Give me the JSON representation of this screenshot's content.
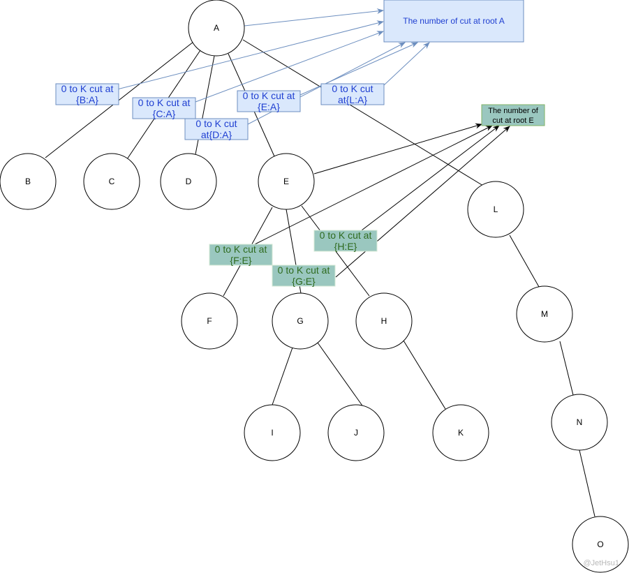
{
  "colors": {
    "blue_box_fill": "#dae8fc",
    "blue_box_stroke": "#6c8ebf",
    "blue_text": "#1f3fd1",
    "green_box_fill": "#9ac7bf",
    "green_box_stroke": "#82b366",
    "green_text": "#2f6b1f",
    "edge": "#000000",
    "blue_arrow": "#6c8ebf"
  },
  "nodes": {
    "A": "A",
    "B": "B",
    "C": "C",
    "D": "D",
    "E": "E",
    "F": "F",
    "G": "G",
    "H": "H",
    "I": "I",
    "J": "J",
    "K": "K",
    "L": "L",
    "M": "M",
    "N": "N",
    "O": "O"
  },
  "root_a_box": {
    "text": "The number of cut at root A"
  },
  "root_e_box": {
    "line1": "The number of",
    "line2": "cut at root E"
  },
  "cut_labels": {
    "BA": {
      "line1": "0 to K cut at",
      "line2": "{B:A}"
    },
    "CA": {
      "line1": "0 to K cut at",
      "line2": "{C:A}"
    },
    "DA": {
      "line1": "0 to K cut",
      "line2": "at{D:A}"
    },
    "EA": {
      "line1": "0 to K cut at",
      "line2": "{E:A}"
    },
    "LA": {
      "line1": "0 to K cut",
      "line2": "at{L:A}"
    },
    "FE": {
      "line1": "0 to K cut at",
      "line2": "{F:E}"
    },
    "GE": {
      "line1": "0 to K cut at",
      "line2": "{G:E}"
    },
    "HE": {
      "line1": "0 to K cut at",
      "line2": "{H:E}"
    }
  },
  "watermark": "@JetHsu1"
}
